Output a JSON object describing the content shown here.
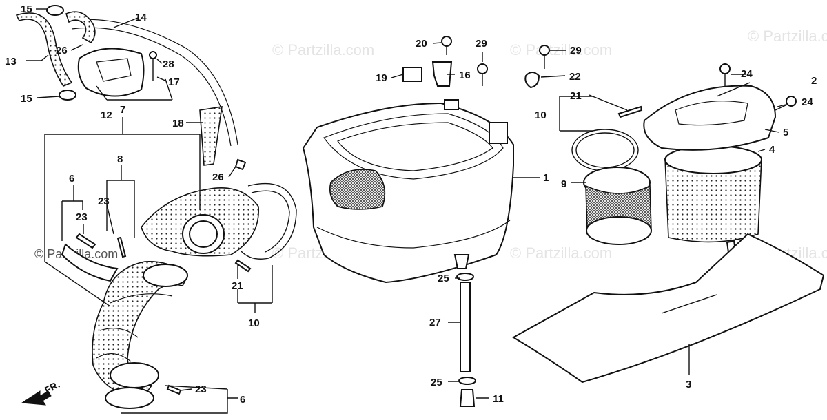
{
  "watermark": "© Partzilla.com",
  "front_label": "FR.",
  "callouts": {
    "c1": "1",
    "c2": "2",
    "c3": "3",
    "c4": "4",
    "c5": "5",
    "c6a": "6",
    "c6b": "6",
    "c7": "7",
    "c8": "8",
    "c9": "9",
    "c10a": "10",
    "c10b": "10",
    "c11": "11",
    "c12": "12",
    "c13": "13",
    "c14": "14",
    "c15a": "15",
    "c15b": "15",
    "c16": "16",
    "c17": "17",
    "c18": "18",
    "c19": "19",
    "c20": "20",
    "c21a": "21",
    "c21b": "21",
    "c22": "22",
    "c23a": "23",
    "c23b": "23",
    "c23c": "23",
    "c24a": "24",
    "c24b": "24",
    "c25a": "25",
    "c25b": "25",
    "c26a": "26",
    "c26b": "26",
    "c27": "27",
    "c28": "28",
    "c29a": "29",
    "c29b": "29"
  }
}
